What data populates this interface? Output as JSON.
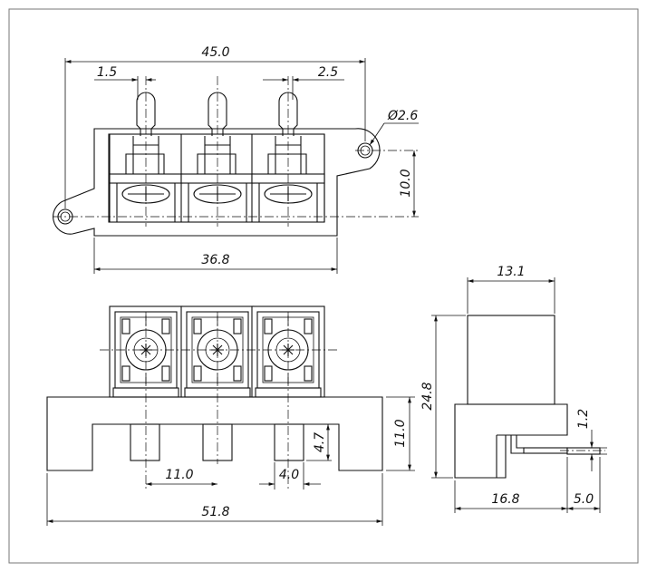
{
  "dimensions": {
    "top_overall_width": "45.0",
    "top_left_offset": "1.5",
    "top_right_offset": "2.5",
    "hole_diameter": "Ø2.6",
    "top_vertical": "10.0",
    "top_base_width": "36.8",
    "side_top_width": "13.1",
    "side_height": "24.8",
    "side_bottom_width": "16.8",
    "side_pin_length": "5.0",
    "side_pin_thickness": "1.2",
    "front_base_height": "11.0",
    "front_pin_length": "4.7",
    "front_pitch": "11.0",
    "front_pin_width": "4.0",
    "front_overall_width": "51.8"
  }
}
